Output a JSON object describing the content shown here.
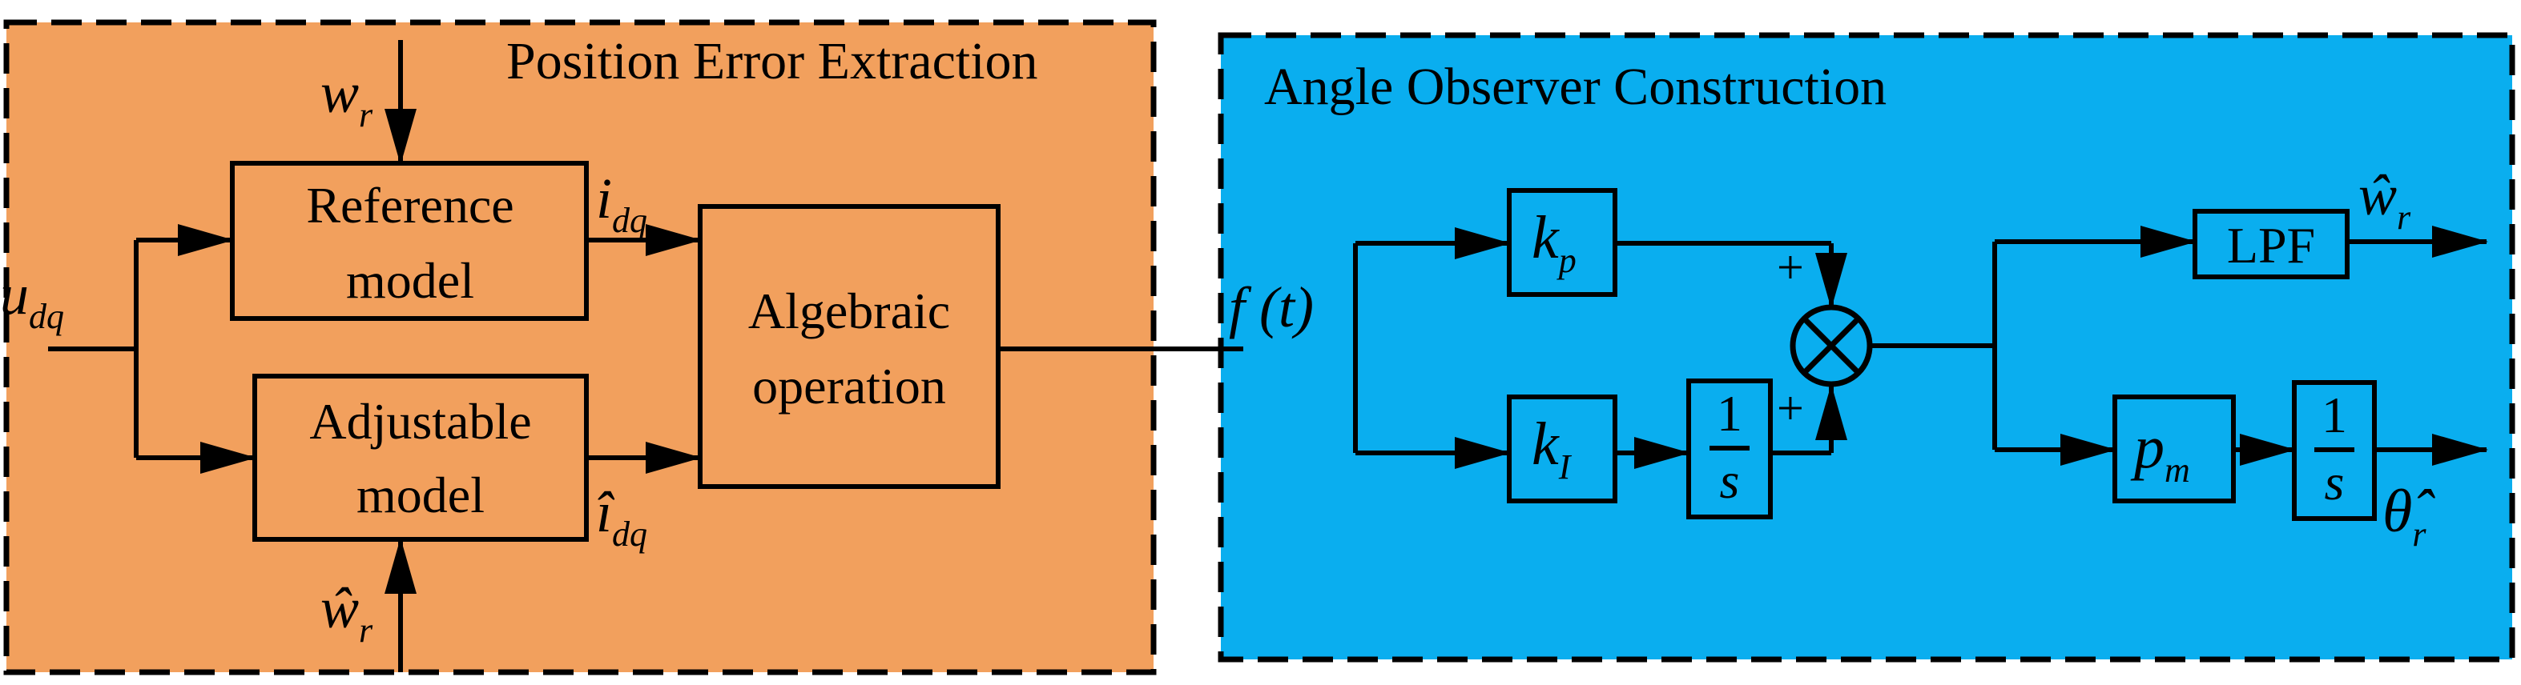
{
  "colors": {
    "left_region": "#F2A05D",
    "right_region": "#0AAEEF",
    "line": "#000000"
  },
  "regions": {
    "left_title": "Position Error Extraction",
    "right_title": "Angle Observer Construction"
  },
  "blocks": {
    "reference_line1": "Reference",
    "reference_line2": "model",
    "adjustable_line1": "Adjustable",
    "adjustable_line2": "model",
    "algebraic_line1": "Algebraic",
    "algebraic_line2": "operation",
    "kp": "k",
    "kp_sub": "p",
    "ki": "k",
    "ki_sub": "I",
    "int1_num": "1",
    "int1_den": "s",
    "pm": "p",
    "pm_sub": "m",
    "lpf": "LPF",
    "int2_num": "1",
    "int2_den": "s"
  },
  "signals": {
    "u": "u",
    "u_sub": "dq",
    "wr_top": "w",
    "wr_top_sub": "r",
    "idq": "i",
    "idq_sub": "dq",
    "idq_hat": "î",
    "idq_hat_sub": "dq",
    "wr_hat_bottom": "ŵ",
    "wr_hat_bottom_sub": "r",
    "ft": "f (t)",
    "plus_top": "+",
    "plus_bottom": "+",
    "wr_hat_out": "ŵ",
    "wr_hat_out_sub": "r",
    "theta_hat_out": "θ̂",
    "theta_hat_out_sub": "r",
    "sum_symbol": "⊗"
  }
}
